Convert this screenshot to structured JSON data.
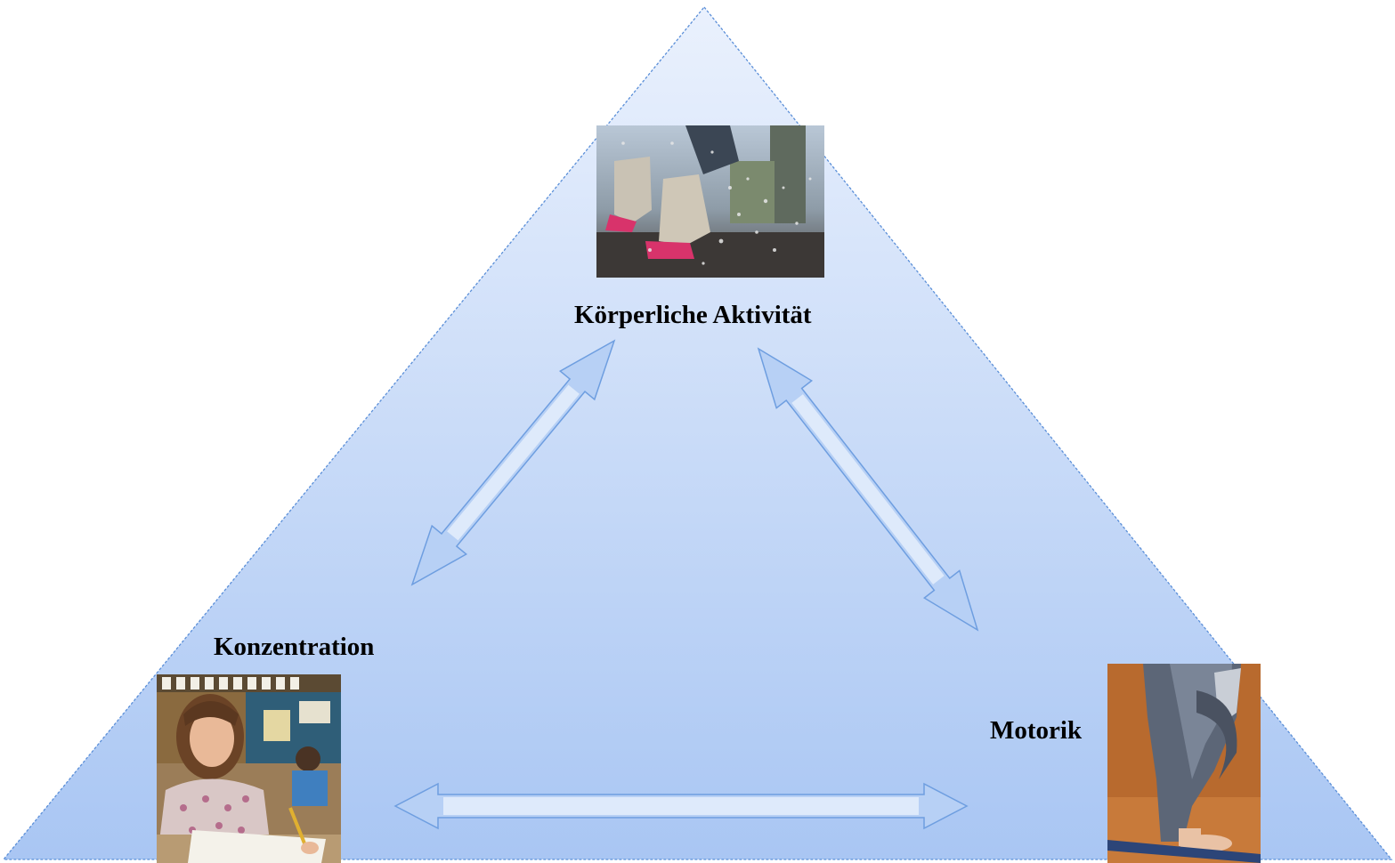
{
  "colors": {
    "triangle_top": "#eaf1fd",
    "triangle_bottom": "#a9c6f3",
    "triangle_stroke": "#5b8fd8",
    "arrow_fill": "#b7d0f5",
    "arrow_stroke": "#6e9ee0",
    "arrow_light": "#ffffff"
  },
  "nodes": {
    "top": {
      "label": "Körperliche Aktivität",
      "photo_icon": "rain-boots-splash-photo"
    },
    "left": {
      "label": "Konzentration",
      "photo_icon": "schoolgirl-classroom-photo"
    },
    "right": {
      "label": "Motorik",
      "photo_icon": "foot-balance-beam-photo"
    }
  },
  "connections": [
    {
      "from": "top",
      "to": "left",
      "style": "double-arrow"
    },
    {
      "from": "top",
      "to": "right",
      "style": "double-arrow"
    },
    {
      "from": "left",
      "to": "right",
      "style": "double-arrow"
    }
  ]
}
